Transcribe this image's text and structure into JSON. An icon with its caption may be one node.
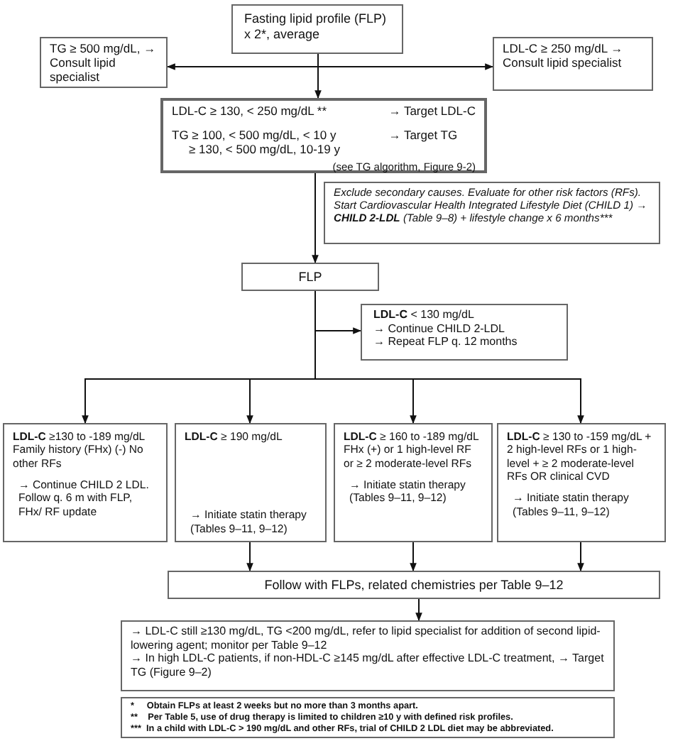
{
  "diagram": {
    "nodes": [
      {
        "text": [
          "Fasting lipid profile (FLP) x 2*, average"
        ]
      },
      {
        "text": [
          "TG ≥ 500 mg/dL, → Consult lipid specialist"
        ]
      },
      {
        "text": [
          "LDL-C ≥ 250 mg/dL → Consult lipid specialist"
        ]
      },
      {
        "text": [
          "LDL-C ≥ 130, < 250 mg/dL **",
          "→ Target LDL-C",
          "TG ≥ 100, < 500 mg/dL, < 10 y",
          "→ Target TG",
          "≥ 130, < 500 mg/dL, 10-19 y",
          "(see TG algorithm, Figure 9-2)"
        ]
      },
      {
        "text": [
          "Exclude secondary causes. Evaluate for other risk factors (RFs). Start Cardiovascular Health Integrated Lifestyle Diet (CHILD 1) → **CHILD 2-LDL** (Table 9–8) + lifestyle change x 6 months***"
        ]
      },
      {
        "text": [
          "FLP"
        ]
      },
      {
        "text": [
          "**LDL-C** < 130 mg/dL",
          "→ Continue CHILD 2-LDL",
          "→ Repeat FLP q. 12 months"
        ]
      },
      {
        "text": [
          "**LDL-C** ≥130 to -189 mg/dL Family history (FHx) (-) No other RFs",
          "→ Continue CHILD 2 LDL. Follow q. 6 m with FLP, FHx/ RF update"
        ]
      },
      {
        "text": [
          "**LDL-C** ≥ 190 mg/dL",
          "→ Initiate statin therapy (Tables 9–11, 9–12)"
        ]
      },
      {
        "text": [
          "**LDL-C** ≥ 160 to -189 mg/dL FHx (+) or 1 high-level RF or ≥ 2 moderate-level RFs",
          "→ Initiate statin therapy (Tables 9–11, 9–12)"
        ]
      },
      {
        "text": [
          "**LDL-C** ≥ 130 to -159 mg/dL + 2 high-level RFs or 1 high-level + ≥ 2 moderate-level RFs OR clinical CVD",
          "→ Initiate statin therapy (Tables 9–11, 9–12)"
        ]
      },
      {
        "text": [
          "Follow with FLPs, related chemistries per Table 9–12"
        ]
      },
      {
        "text": [
          "→ LDL-C still ≥130 mg/dL, TG <200 mg/dL, refer to lipid specialist for addition of second lipid-lowering agent; monitor per Table 9–12",
          "→ In high LDL-C patients, if non-HDL-C ≥145 mg/dL after effective LDL-C treatment, → Target TG (Figure 9–2)"
        ]
      },
      {
        "text": [
          "*     Obtain FLPs at least 2 weeks but no more than 3 months apart.",
          "**    Per Table 5, use of drug therapy is limited to children ≥10 y with defined risk profiles.",
          "***  In a child with LDL-C > 190 mg/dL and other RFs, trial of CHILD 2 LDL diet may be abbreviated."
        ]
      }
    ],
    "edges": [
      {
        "from": 0,
        "to": 1,
        "arrow": "to"
      },
      {
        "from": 0,
        "to": 2,
        "arrow": "to"
      },
      {
        "from": 0,
        "to": 3,
        "arrow": "to"
      },
      {
        "from": 3,
        "to": 5,
        "arrow": "to"
      },
      {
        "from": 5,
        "to": 6,
        "arrow": "to"
      },
      {
        "from": 5,
        "to": 7,
        "arrow": "to"
      },
      {
        "from": 5,
        "to": 8,
        "arrow": "to"
      },
      {
        "from": 5,
        "to": 9,
        "arrow": "to"
      },
      {
        "from": 5,
        "to": 10,
        "arrow": "to"
      },
      {
        "from": 8,
        "to": 11,
        "arrow": "to"
      },
      {
        "from": 9,
        "to": 11,
        "arrow": "to"
      },
      {
        "from": 10,
        "to": 11,
        "arrow": "to"
      },
      {
        "from": 11,
        "to": 12,
        "arrow": "to"
      }
    ]
  }
}
